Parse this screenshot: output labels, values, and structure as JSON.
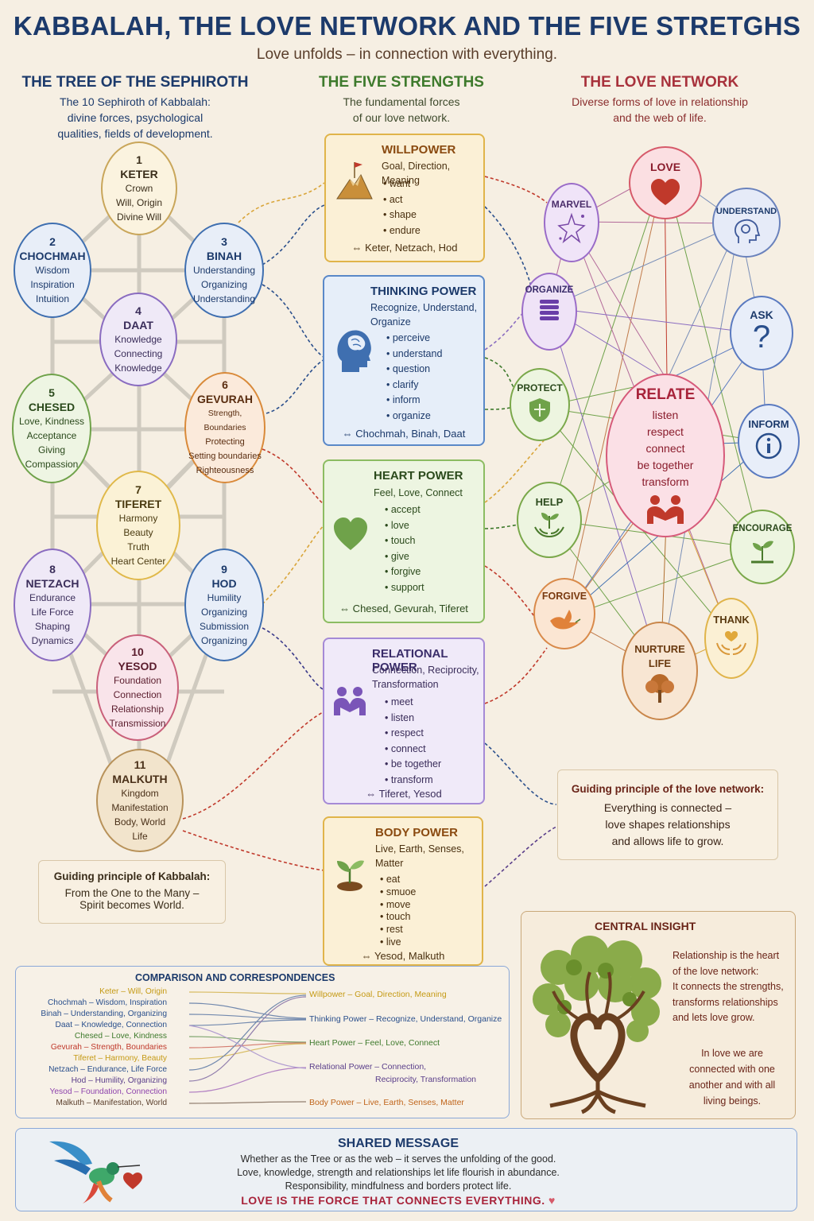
{
  "header": {
    "title": "KABBALAH, THE LOVE NETWORK AND THE FIVE STRETGHS",
    "subtitle": "Love unfolds – in connection with everything."
  },
  "columns": {
    "tree": {
      "heading": "THE TREE OF THE SEPHIROTH",
      "sub1": "The 10 Sephiroth of Kabbalah:",
      "sub2": "divine forces, psychological",
      "sub3": "qualities, fields of development."
    },
    "strengths": {
      "heading": "THE FIVE STRENGTHS",
      "sub1": "The fundamental forces",
      "sub2": "of our love network."
    },
    "network": {
      "heading": "THE LOVE NETWORK",
      "sub1": "Diverse forms of love in relationship",
      "sub2": "and the web of life."
    }
  },
  "sephiroth": [
    {
      "num": "1",
      "name": "KETER",
      "l1": "Crown",
      "l2": "Will, Origin",
      "l3": "Divine Will",
      "l4": ""
    },
    {
      "num": "2",
      "name": "CHOCHMAH",
      "l1": "Wisdom",
      "l2": "Inspiration",
      "l3": "Intuition",
      "l4": ""
    },
    {
      "num": "3",
      "name": "BINAH",
      "l1": "Understanding",
      "l2": "Organizing",
      "l3": "Understanding",
      "l4": ""
    },
    {
      "num": "4",
      "name": "DAAT",
      "l1": "Knowledge",
      "l2": "Connecting",
      "l3": "Knowledge",
      "l4": ""
    },
    {
      "num": "5",
      "name": "CHESED",
      "l1": "Love, Kindness",
      "l2": "Acceptance",
      "l3": "Giving",
      "l4": "Compassion"
    },
    {
      "num": "6",
      "name": "GEVURAH",
      "l1": "Strength, Boundaries",
      "l2": "Protecting",
      "l3": "Setting boundaries",
      "l4": "Righteousness"
    },
    {
      "num": "7",
      "name": "TIFERET",
      "l1": "Harmony",
      "l2": "Beauty",
      "l3": "Truth",
      "l4": "Heart Center"
    },
    {
      "num": "8",
      "name": "NETZACH",
      "l1": "Endurance",
      "l2": "Life Force",
      "l3": "Shaping",
      "l4": "Dynamics"
    },
    {
      "num": "9",
      "name": "HOD",
      "l1": "Humility",
      "l2": "Organizing",
      "l3": "Submission",
      "l4": "Organizing"
    },
    {
      "num": "10",
      "name": "YESOD",
      "l1": "Foundation",
      "l2": "Connection",
      "l3": "Relationship",
      "l4": "Transmission"
    },
    {
      "num": "11",
      "name": "MALKUTH",
      "l1": "Kingdom",
      "l2": "Manifestation",
      "l3": "Body, World",
      "l4": "Life"
    }
  ],
  "kabbalah_principle": {
    "title": "Guiding principle of Kabbalah:",
    "l1": "From the One to the Many –",
    "l2": "Spirit becomes World."
  },
  "strengths": [
    {
      "title": "WILLPOWER",
      "sub": "Goal, Direction, Meaning",
      "items": [
        "want",
        "act",
        "shape",
        "endure"
      ],
      "corr": "⇔ Keter, Netzach, Hod",
      "icon": "mountain-flag-icon"
    },
    {
      "title": "THINKING POWER",
      "sub": "Recognize, Understand, Organize",
      "items": [
        "perceive",
        "understand",
        "question",
        "clarify",
        "inform",
        "organize"
      ],
      "corr": "⇔ Chochmah, Binah, Daat",
      "icon": "brain-head-icon"
    },
    {
      "title": "HEART POWER",
      "sub": "Feel, Love, Connect",
      "items": [
        "accept",
        "love",
        "touch",
        "give",
        "forgive",
        "support"
      ],
      "corr": "⇔ Chesed, Gevurah, Tiferet",
      "icon": "heart-icon"
    },
    {
      "title": "RELATIONAL POWER",
      "sub": "Connection, Reciprocity, Transformation",
      "items": [
        "meet",
        "listen",
        "respect",
        "connect",
        "be together",
        "transform"
      ],
      "corr": "⇔ Tiferet, Yesod",
      "icon": "two-people-icon"
    },
    {
      "title": "BODY POWER",
      "sub": "Live, Earth, Senses, Matter",
      "items": [
        "eat",
        "smuoe",
        "move",
        "touch",
        "rest",
        "live"
      ],
      "corr": "⇔ Yesod, Malkuth",
      "icon": "sprout-icon"
    }
  ],
  "network": {
    "nodes": [
      {
        "id": "love",
        "label": "LOVE",
        "icon": "heart-icon"
      },
      {
        "id": "marvel",
        "label": "MARVEL",
        "icon": "stars-icon"
      },
      {
        "id": "understand",
        "label": "UNDERSTAND",
        "icon": "head-gear-icon"
      },
      {
        "id": "organize",
        "label": "ORGANIZE",
        "icon": "stack-icon"
      },
      {
        "id": "ask",
        "label": "ASK",
        "icon": "question-icon"
      },
      {
        "id": "protect",
        "label": "PROTECT",
        "icon": "shield-icon"
      },
      {
        "id": "inform",
        "label": "INFORM",
        "icon": "info-icon"
      },
      {
        "id": "help",
        "label": "HELP",
        "icon": "hands-plant-icon"
      },
      {
        "id": "encourage",
        "label": "ENCOURAGE",
        "icon": "seedling-icon"
      },
      {
        "id": "forgive",
        "label": "FORGIVE",
        "icon": "dove-icon"
      },
      {
        "id": "thank",
        "label": "THANK",
        "icon": "hands-heart-icon"
      },
      {
        "id": "nurture",
        "label": "NURTURE",
        "label2": "LIFE",
        "icon": "tree-icon"
      }
    ],
    "relate": {
      "title": "RELATE",
      "items": [
        "listen",
        "respect",
        "connect",
        "be together",
        "transform"
      ]
    },
    "principle": {
      "title": "Guiding principle of the love network:",
      "l1": "Everything is connected –",
      "l2": "love shapes relationships",
      "l3": "and allows life to grow."
    }
  },
  "comparison": {
    "title": "COMPARISON AND CORRESPONDENCES",
    "left": [
      {
        "text": "Keter – Will, Origin",
        "color": "#c59a14"
      },
      {
        "text": "Chochmah – Wisdom, Inspiration",
        "color": "#2a4f8c"
      },
      {
        "text": "Binah – Understanding, Organizing",
        "color": "#2a4f8c"
      },
      {
        "text": "Daat – Knowledge, Connection",
        "color": "#2a4f8c"
      },
      {
        "text": "Chesed – Love, Kindness",
        "color": "#3e7a2c"
      },
      {
        "text": "Gevurah – Strength, Boundaries",
        "color": "#c0392b"
      },
      {
        "text": "Tiferet – Harmony, Beauty",
        "color": "#c59a14"
      },
      {
        "text": "Netzach – Endurance, Life Force",
        "color": "#2a4f8c"
      },
      {
        "text": "Hod – Humility, Organizing",
        "color": "#5a3e8a"
      },
      {
        "text": "Yesod – Foundation, Connection",
        "color": "#8e44ad"
      },
      {
        "text": "Malkuth – Manifestation, World",
        "color": "#5a3e2b"
      }
    ],
    "right": [
      {
        "text": "Willpower – Goal, Direction, Meaning",
        "color": "#c59a14"
      },
      {
        "text": "Thinking Power – Recognize, Understand, Organize",
        "color": "#2a4f8c"
      },
      {
        "text": "Heart Power – Feel, Love, Connect",
        "color": "#3e7a2c"
      },
      {
        "text": "Relational Power – Connection,",
        "text2": "Reciprocity, Transformation",
        "color": "#5a3e8a"
      },
      {
        "text": "Body Power – Live, Earth, Senses, Matter",
        "color": "#c0651b"
      }
    ]
  },
  "insight": {
    "title": "CENTRAL INSIGHT",
    "p1": [
      "Relationship is the heart",
      "of the love network:",
      "It connects the strengths,",
      "transforms relationships",
      "and lets love grow."
    ],
    "p2": [
      "In love we are",
      "connected with one",
      "another and with all",
      "living beings."
    ]
  },
  "message": {
    "title": "SHARED MESSAGE",
    "l1": "Whether as the Tree or as the web – it serves the unfolding of the good.",
    "l2": "Love, knowledge, strength and relationships let life flourish in abundance.",
    "l3": "Responsibility, mindfulness and borders protect life.",
    "l4": "LOVE IS THE FORCE THAT CONNECTS EVERYTHING."
  },
  "colors": {
    "title": "#1c3a6b",
    "willpower": "#d9a53a",
    "thinking": "#3f6fb0",
    "heart": "#6fa24a",
    "relational": "#8a6cc0",
    "body": "#d9a53a",
    "love": "#c0392b"
  }
}
